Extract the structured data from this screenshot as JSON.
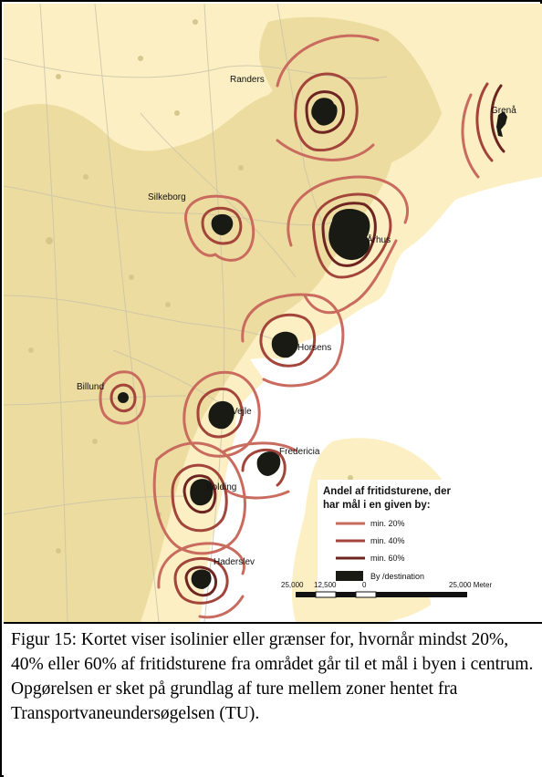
{
  "map": {
    "cities": [
      "Randers",
      "Grenå",
      "Silkeborg",
      "Århus",
      "Horsens",
      "Billund",
      "Vejle",
      "Fredericia",
      "Kolding",
      "Haderslev"
    ],
    "colors": {
      "isoline_20": "#c96b5e",
      "isoline_40": "#a3453b",
      "isoline_60": "#6e2420",
      "city": "#1a1a14",
      "land_light": "#fbefc3",
      "land_dark": "#eddca0"
    }
  },
  "legend": {
    "title_line1": "Andel af fritidsturene, der",
    "title_line2": "har mål i en given by:",
    "items": [
      "min. 20%",
      "min. 40%",
      "min. 60%",
      "By /destination"
    ]
  },
  "scale": {
    "labels": [
      "25,000",
      "12,500",
      "0",
      "25,000 Meter"
    ]
  },
  "caption": {
    "text": "Figur 15: Kortet viser isolinier eller grænser for, hvornår mindst 20%, 40% eller 60% af fritidsturene fra området går til et mål i byen i centrum. Opgørelsen er sket på grundlag af ture mellem zoner hentet fra Transportvaneundersøgelsen (TU)."
  }
}
